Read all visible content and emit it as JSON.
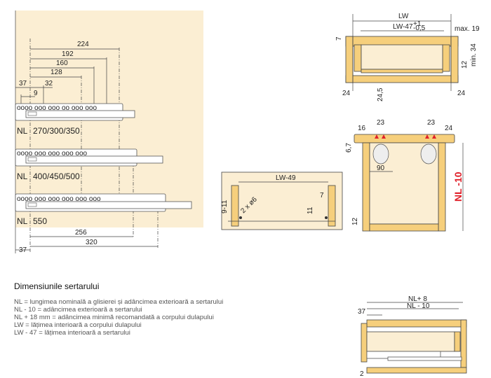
{
  "rail_diagram": {
    "dims_top": [
      "224",
      "192",
      "160",
      "128",
      "32",
      "37",
      "9"
    ],
    "labels": {
      "nl": "NL",
      "r1": "270/300/350",
      "r2": "400/450/500",
      "r3": "550"
    },
    "dims_bottom": [
      "256",
      "320",
      "37"
    ]
  },
  "front_view": {
    "lw": "LW",
    "lw47": "LW-47",
    "lw47_tol_top": "+1",
    "lw47_tol_bot": "-0,5",
    "max19": "max. 19",
    "d7": "7",
    "d12": "12",
    "min34": "min. 34",
    "d24_left": "24",
    "d24_right": "24",
    "d245": "24,5"
  },
  "bottom_view": {
    "d23a": "23",
    "d16": "16",
    "d23b": "23",
    "d24": "24",
    "d67": "6,7",
    "d90": "90",
    "nl10": "NL -10",
    "d12": "12"
  },
  "back_view": {
    "lw49": "LW-49",
    "d7": "7",
    "d11": "11",
    "d911": "9-11",
    "hole": "2 x ø6"
  },
  "side_view": {
    "nl8": "NL+ 8",
    "nl10": "NL - 10",
    "d37": "37",
    "d2": "2"
  },
  "legend": {
    "title": "Dimensiunile sertarului",
    "lines": [
      "NL = lungimea nominală a glisierei și adâncimea exterioară a sertarului",
      "NL - 10 = adâncimea exterioară a sertarului",
      "NL + 18 mm = adâncimea minimă recomandată a corpului dulapului",
      "LW = lățimea interioară a corpului dulapului",
      "LW - 47 = lățimea interioară a sertarului"
    ]
  },
  "colors": {
    "wood": "#f6cf7c",
    "panel": "#fbeed3",
    "accent_red": "#e0202a"
  }
}
